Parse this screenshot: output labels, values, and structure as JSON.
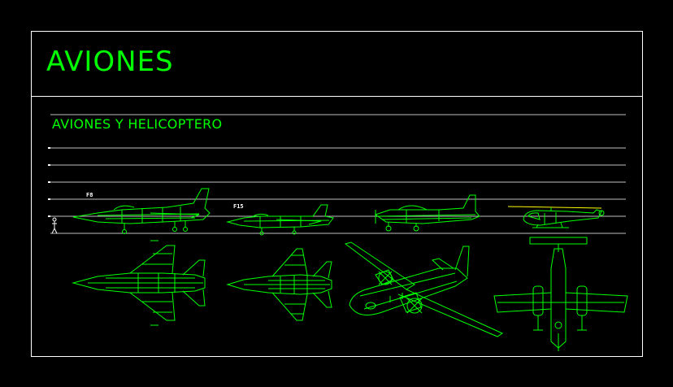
{
  "sheet": {
    "title": "AVIONES",
    "subtitle": "AVIONES Y HELICOPTERO"
  },
  "labels": {
    "f16_tag": "F8",
    "f15_tag": "F15"
  },
  "colors": {
    "background": "#000000",
    "frame": "#ffffff",
    "drawing": "#00ff00",
    "rotor": "#ffff00"
  },
  "drawings": [
    {
      "name": "f16-side-view",
      "view": "side"
    },
    {
      "name": "f15-side-view",
      "view": "side"
    },
    {
      "name": "trainer-side-view",
      "view": "side"
    },
    {
      "name": "helicopter-side-view",
      "view": "side"
    },
    {
      "name": "f16-top-view",
      "view": "top"
    },
    {
      "name": "f15-top-view",
      "view": "top"
    },
    {
      "name": "turboprop-perspective-view",
      "view": "perspective"
    },
    {
      "name": "twin-prop-front-view",
      "view": "front"
    }
  ]
}
